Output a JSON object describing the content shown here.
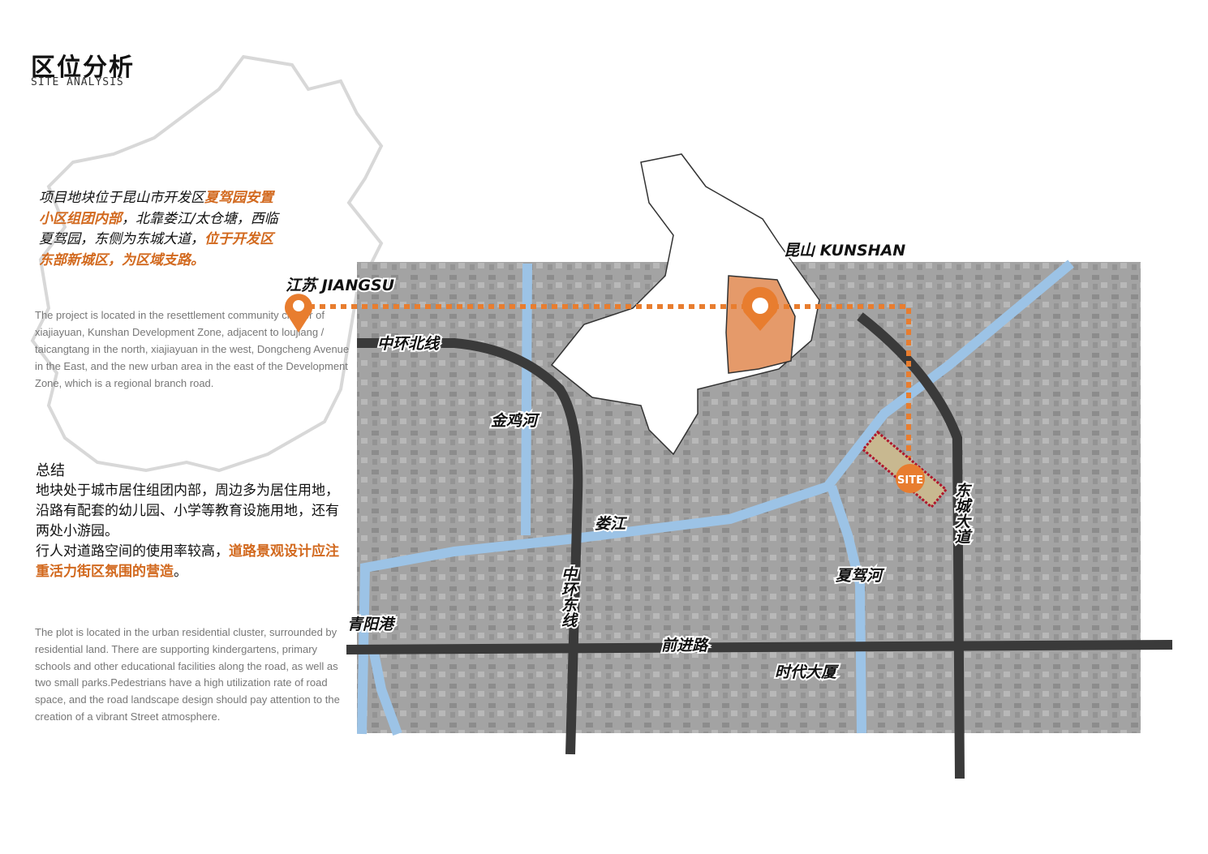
{
  "header": {
    "title": "区位分析",
    "subtitle": "SITE ANALYSIS"
  },
  "intro": {
    "cn_parts": [
      "项目地块位于昆山市开发区",
      "夏驾园安置小区组团内部",
      "，北靠娄江/太仓塘，西临夏驾园，东侧为东城大道，",
      "位于开发区东部新城区，为区域支路。"
    ],
    "en": "The project is located in the resettlement community cluster of xiajiayuan, Kunshan Development Zone, adjacent to loujiang / taicangtang in the north, xiajiayuan in the west, Dongcheng Avenue in the East, and the new urban area in the east of the Development Zone, which is a regional branch road."
  },
  "summary": {
    "heading": "总结",
    "cn_parts": [
      "地块处于城市居住组团内部，周边多为居住用地，沿路有配套的幼儿园、小学等教育设施用地，还有两处小游园。",
      "行人对道路空间的使用率较高，",
      "道路景观设计应注重活力街区氛围的营造",
      "。"
    ],
    "en": "The plot is located in the urban residential cluster, surrounded by residential land. There are supporting kindergartens, primary schools and other educational facilities along the road, as well as two small parks.Pedestrians have a high utilization rate of road space, and the road landscape design should pay attention to the creation of a vibrant Street atmosphere."
  },
  "map": {
    "labels": {
      "jiangsu": "江苏 JIANGSU",
      "kunshan": "昆山 KUNSHAN",
      "zhonghuan_north": "中环北线",
      "jinji_river": "金鸡河",
      "loujiang": "娄江",
      "zhonghuan_east": "中环东线",
      "xiajia_river": "夏驾河",
      "qingyang_port": "青阳港",
      "qianjin_road": "前进路",
      "shidai_building": "时代大厦",
      "dongcheng_avenue": "东城大道",
      "site": "SITE"
    },
    "colors": {
      "accent": "#e87d2f",
      "highlight_text": "#d2691e",
      "road": "#3a3a3a",
      "river": "#9cc3e6",
      "aerial": "#9a9a9a",
      "site_outline": "#b0162a"
    },
    "icons": [
      "location-pin-icon"
    ]
  }
}
